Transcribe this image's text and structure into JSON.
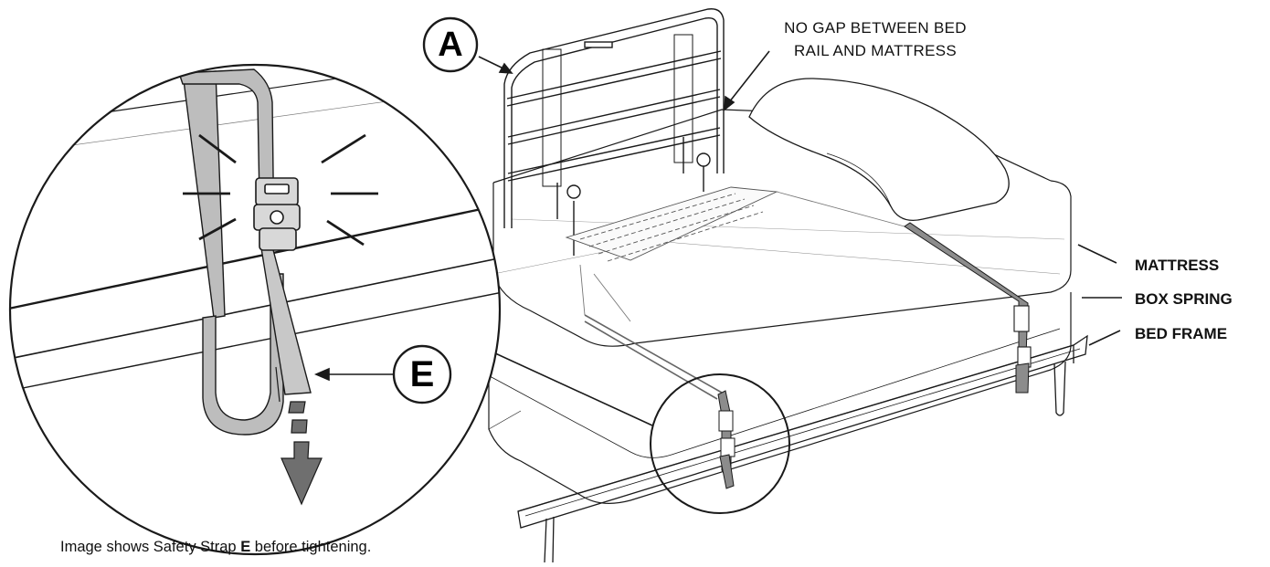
{
  "callouts": {
    "rail_letter": "A",
    "strap_letter": "E",
    "gap_note": [
      "NO GAP BETWEEN BED",
      "RAIL AND MATTRESS"
    ],
    "mattress": "MATTRESS",
    "box_spring": "BOX SPRING",
    "bed_frame": "BED FRAME"
  },
  "caption": {
    "prefix": "Image shows Safety Strap ",
    "strap": "E",
    "suffix": " before tightening."
  },
  "colors": {
    "strap": "#bdbdbd",
    "strap_dark": "#6e6e6e",
    "arrow": "#6f6f6f",
    "line": "#1a1a1a"
  }
}
